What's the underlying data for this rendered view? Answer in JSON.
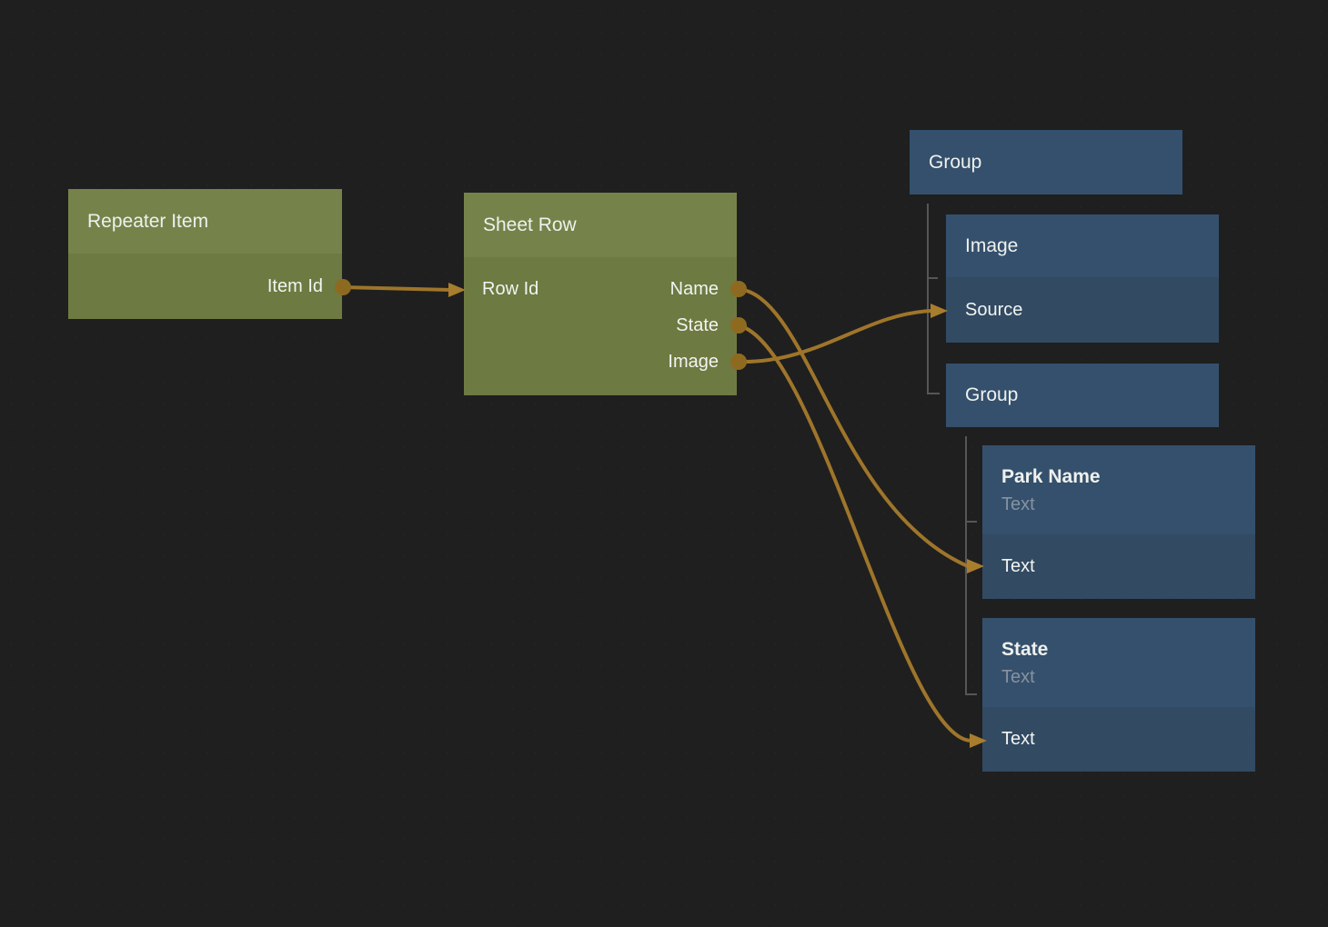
{
  "colors": {
    "background": "#1f1f1f",
    "green_node_header": "#75834a",
    "green_node_body": "#6d7a41",
    "blue_node_header": "#35506c",
    "blue_node_body": "#324a62",
    "edge": "#9e752a",
    "port_dot": "#8e6a21",
    "arrowhead": "#a87d2d",
    "tree_line": "#565656",
    "subtitle_text": "#8792a0",
    "label_text": "#f2f4f2"
  },
  "nodes": {
    "repeater_item": {
      "title": "Repeater Item",
      "output_label": "Item Id"
    },
    "sheet_row": {
      "title": "Sheet Row",
      "input_label": "Row Id",
      "output_labels": [
        "Name",
        "State",
        "Image"
      ]
    },
    "group_root": {
      "title": "Group"
    },
    "image": {
      "title": "Image",
      "field_label": "Source"
    },
    "group_child": {
      "title": "Group"
    },
    "park_name": {
      "title": "Park Name",
      "subtitle": "Text",
      "field_label": "Text"
    },
    "state": {
      "title": "State",
      "subtitle": "Text",
      "field_label": "Text"
    }
  },
  "connections": [
    {
      "from": "Repeater Item / Item Id",
      "to": "Sheet Row / Row Id"
    },
    {
      "from": "Sheet Row / Name",
      "to": "Park Name / Text"
    },
    {
      "from": "Sheet Row / State",
      "to": "State / Text"
    },
    {
      "from": "Sheet Row / Image",
      "to": "Image / Source"
    }
  ]
}
